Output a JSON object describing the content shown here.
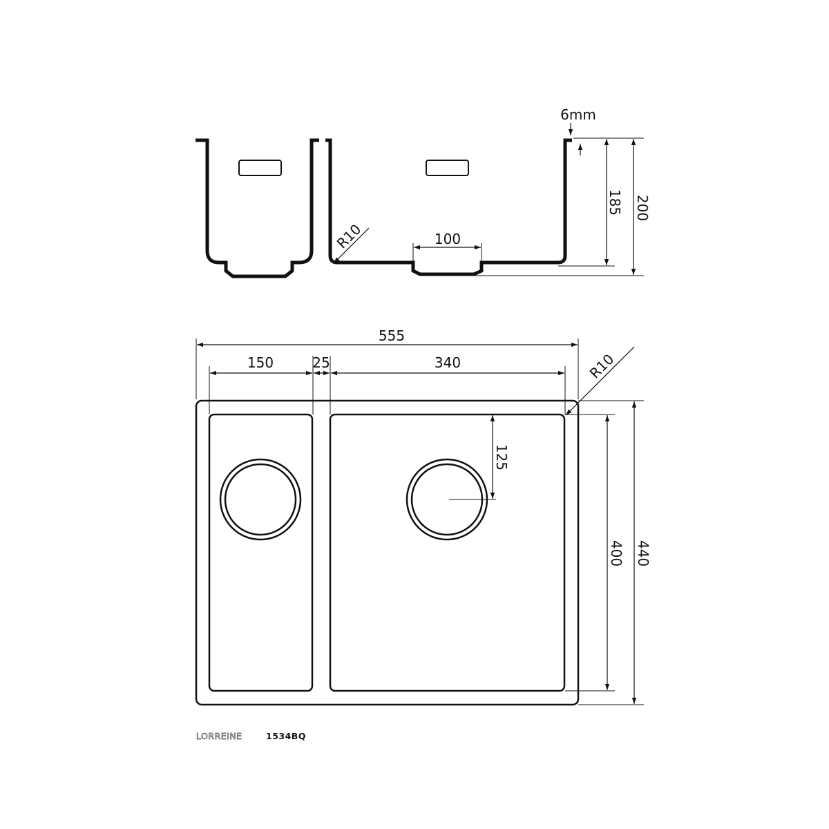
{
  "dimensions": {
    "section": {
      "thickness": "6mm",
      "inner_depth": "185",
      "total_depth": "200",
      "corner_radius": "R10",
      "drain_width": "100"
    },
    "plan": {
      "overall_width": "555",
      "small_bowl_width": "150",
      "divider_width": "25",
      "large_bowl_width": "340",
      "corner_radius": "R10",
      "drain_offset": "125",
      "bowl_length": "400",
      "overall_length": "440"
    }
  },
  "model": {
    "series": "LORREINE",
    "code": "1534BQ"
  },
  "colors": {
    "line": "#111111",
    "background": "#ffffff"
  }
}
